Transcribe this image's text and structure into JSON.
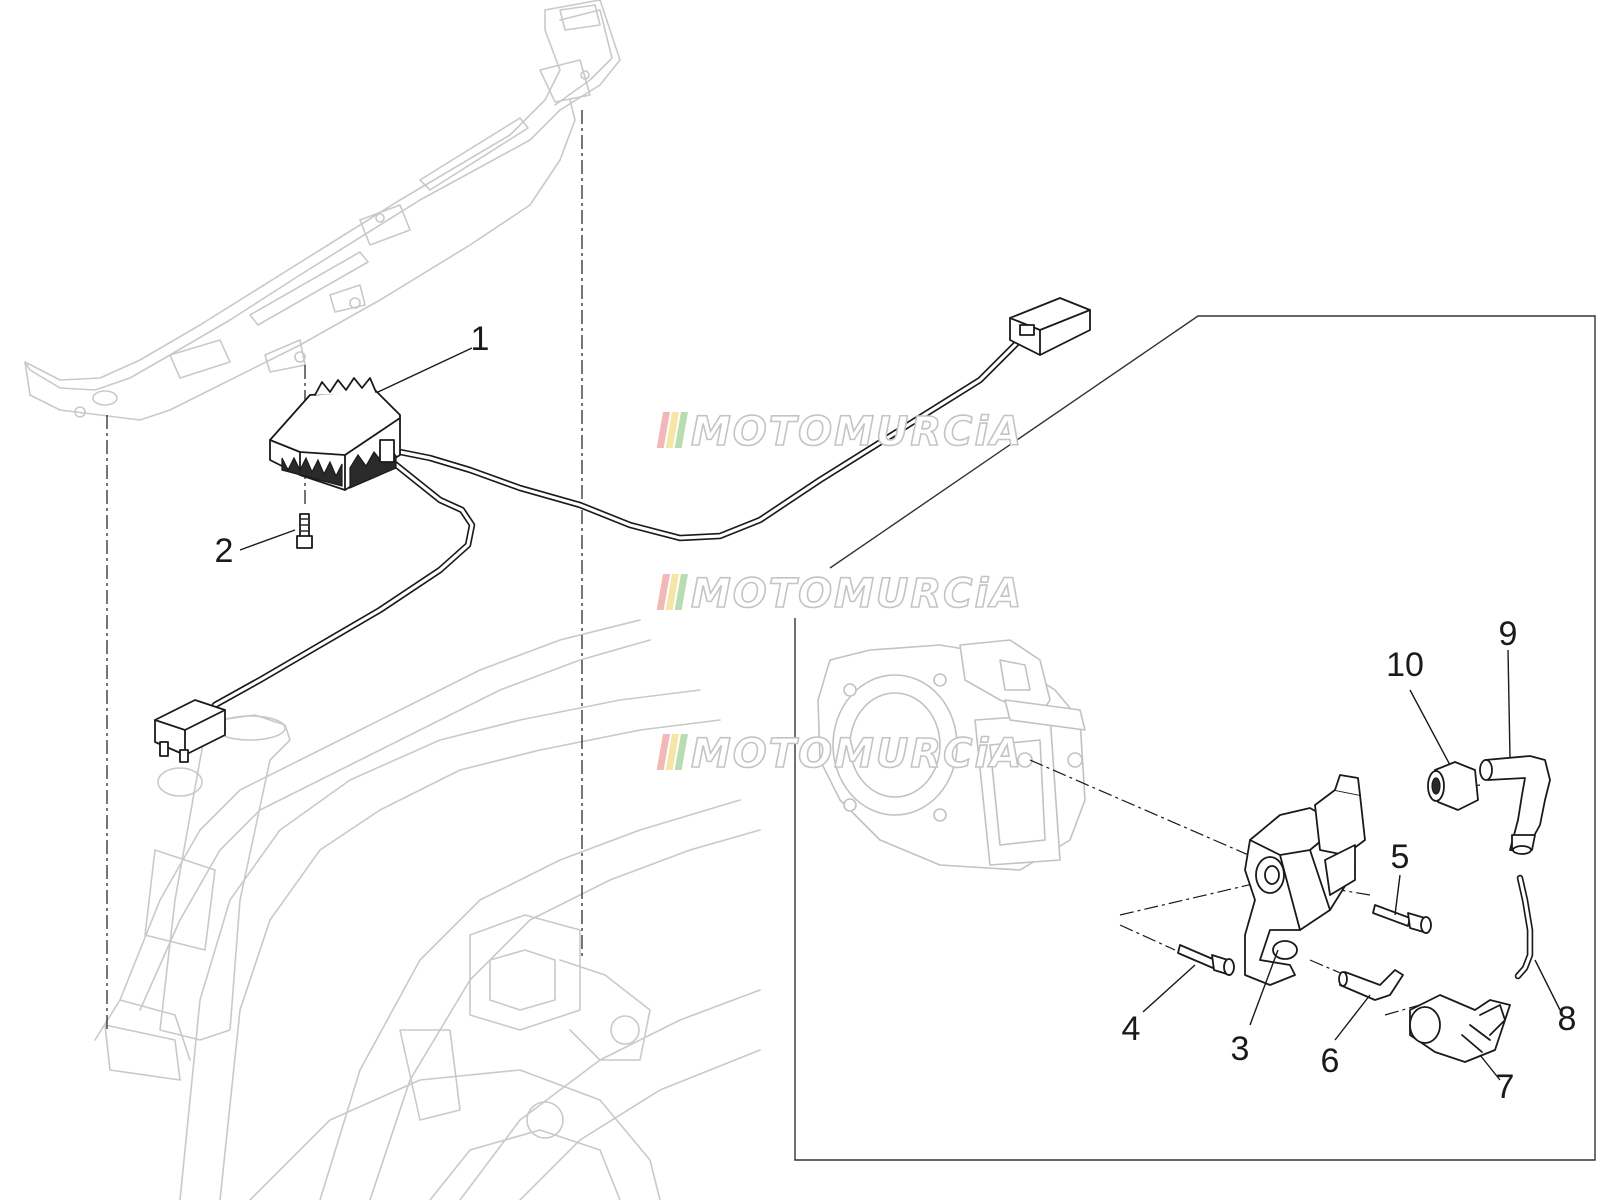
{
  "callouts": {
    "c1": "1",
    "c2": "2",
    "c3": "3",
    "c4": "4",
    "c5": "5",
    "c6": "6",
    "c7": "7",
    "c8": "8",
    "c9": "9",
    "c10": "10"
  },
  "watermark": {
    "text": "MOTOMURCiA",
    "stripe_colors": [
      "#f2b8b8",
      "#f5e6a8",
      "#b9ddb0"
    ]
  },
  "colors": {
    "line": "#1a1a1a",
    "frame": "#c9c9c9",
    "background": "#ffffff"
  }
}
